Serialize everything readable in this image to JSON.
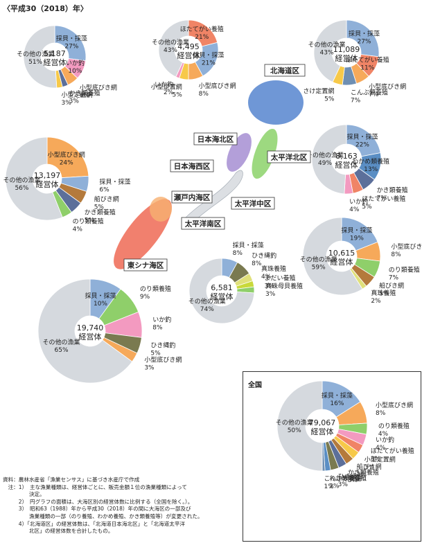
{
  "header": {
    "year_label": "〈平成30（2018）年〉"
  },
  "colors": {
    "other": "#d5d9de",
    "saisou": "#8fb0d8",
    "hotate": "#f08466",
    "ika": "#f39ac0",
    "teichi": "#f7c949",
    "kogata_sokobiki": "#f6a95a",
    "kaki": "#5c6f9a",
    "konbu": "#6f8fb3",
    "nori": "#8fcf6a",
    "funabiki": "#b47a3c",
    "wakame": "#5a8ec4",
    "hiki": "#7a7a50",
    "mahata": "#c9d93a",
    "shinju": "#e0e07a",
    "umibrown": "#a88",
    "region_blue": "#3f74c8",
    "region_purple": "#9a7fcc",
    "region_green": "#7ccc55",
    "region_red": "#ef6a55",
    "region_orange": "#f8b070"
  },
  "regions": {
    "hokkaido": "北海道区",
    "nihonkai_hoku": "日本海北区",
    "taiheiyo_hoku": "太平洋北区",
    "nihonkai_sei": "日本海西区",
    "setonai": "瀬戸内海区",
    "taiheiyo_chu": "太平洋中区",
    "taiheiyo_minami": "太平洋南区",
    "higashishina": "東シナ海区"
  },
  "national_title": "全国",
  "notes": [
    "資料：農林水産省「漁業センサス」に基づき水産庁で作成",
    "　注：1）　主な漁業種類は、経営体ごとに、販売金額１位の漁業種類によって",
    "　　　　　決定。",
    "　　　2）　円グラフの面積は、大海区別の経営体数に比例する（全国を除く。）。",
    "　　　3）　昭和63（1988）年から平成30（2018）年の間に大海区の一部及び",
    "　　　　　漁業種類の一部（のり養殖、わかめ養殖、かき類養殖等）が変更された。",
    "　　　4）「北海道区」の経営体数は、「北海道日本海北区」と「北海道太平洋",
    "　　　　　北区」の経営体数を合計したもの。"
  ],
  "chart_data": [
    {
      "type": "pie",
      "region": "日本海北区",
      "total": "5,187",
      "unit": "経営体",
      "slices": [
        {
          "name": "採貝・採藻",
          "value": 27,
          "color": "saisou"
        },
        {
          "name": "いか釣",
          "value": 10,
          "color": "ika"
        },
        {
          "name": "小型底びき網",
          "value": 6,
          "color": "kogata_sokobiki"
        },
        {
          "name": "かき類養殖",
          "value": 3,
          "color": "kaki"
        },
        {
          "name": "小型定置網",
          "value": 3,
          "color": "teichi"
        },
        {
          "name": "その他の漁業",
          "value": 51,
          "color": "other"
        }
      ]
    },
    {
      "type": "pie",
      "region": "日本海北区(中央上)",
      "total": "4,495",
      "unit": "経営体",
      "slices": [
        {
          "name": "ほたてがい養殖",
          "value": 21,
          "color": "hotate"
        },
        {
          "name": "採貝・採藻",
          "value": 21,
          "color": "saisou"
        },
        {
          "name": "小型底びき網",
          "value": 8,
          "color": "kogata_sokobiki"
        },
        {
          "name": "小型定置網",
          "value": 5,
          "color": "teichi"
        },
        {
          "name": "いか釣",
          "value": 2,
          "color": "ika"
        },
        {
          "name": "その他の漁業",
          "value": 43,
          "color": "other"
        }
      ]
    },
    {
      "type": "pie",
      "region": "北海道区",
      "total": "11,089",
      "unit": "経営体",
      "slices": [
        {
          "name": "採貝・採藻",
          "value": 27,
          "color": "saisou"
        },
        {
          "name": "ほたてがい養殖",
          "value": 11,
          "color": "hotate"
        },
        {
          "name": "小型底びき網",
          "value": 7,
          "color": "kogata_sokobiki"
        },
        {
          "name": "こんぶ類養殖",
          "value": 7,
          "color": "konbu"
        },
        {
          "name": "さけ定置網",
          "value": 5,
          "color": "teichi"
        },
        {
          "name": "その他の漁業",
          "value": 43,
          "color": "other"
        }
      ]
    },
    {
      "type": "pie",
      "region": "太平洋北区",
      "total": "8,163",
      "unit": "経営体",
      "slices": [
        {
          "name": "採貝・採藻",
          "value": 22,
          "color": "saisou"
        },
        {
          "name": "わかめ類養殖",
          "value": 13,
          "color": "wakame"
        },
        {
          "name": "かき類養殖",
          "value": 7,
          "color": "kaki"
        },
        {
          "name": "ほたてがい養殖",
          "value": 5,
          "color": "hotate"
        },
        {
          "name": "いか釣",
          "value": 4,
          "color": "ika"
        },
        {
          "name": "その他の漁業",
          "value": 49,
          "color": "other"
        }
      ]
    },
    {
      "type": "pie",
      "region": "日本海西区",
      "total": "13,197",
      "unit": "経営体",
      "slices": [
        {
          "name": "小型底びき網",
          "value": 24,
          "color": "kogata_sokobiki"
        },
        {
          "name": "採貝・採藻",
          "value": 6,
          "color": "saisou"
        },
        {
          "name": "船びき網",
          "value": 5,
          "color": "funabiki"
        },
        {
          "name": "かき類養殖",
          "value": 5,
          "color": "kaki"
        },
        {
          "name": "のり類養殖",
          "value": 4,
          "color": "nori"
        },
        {
          "name": "その他の漁業",
          "value": 56,
          "color": "other"
        }
      ]
    },
    {
      "type": "pie",
      "region": "太平洋中区",
      "total": "10,615",
      "unit": "経営体",
      "slices": [
        {
          "name": "採貝・採藻",
          "value": 19,
          "color": "saisou"
        },
        {
          "name": "小型底びき網",
          "value": 8,
          "color": "kogata_sokobiki"
        },
        {
          "name": "のり類養殖",
          "value": 7,
          "color": "nori"
        },
        {
          "name": "船びき網",
          "value": 5,
          "color": "funabiki"
        },
        {
          "name": "真珠養殖",
          "value": 2,
          "color": "shinju"
        },
        {
          "name": "その他の漁業",
          "value": 59,
          "color": "other"
        }
      ]
    },
    {
      "type": "pie",
      "region": "太平洋南区",
      "total": "6,581",
      "unit": "経営体",
      "slices": [
        {
          "name": "採貝・採藻",
          "value": 8,
          "color": "saisou"
        },
        {
          "name": "ひき縄釣",
          "value": 8,
          "color": "hiki"
        },
        {
          "name": "真珠養殖",
          "value": 4,
          "color": "shinju"
        },
        {
          "name": "まだい養殖",
          "value": 3,
          "color": "mahata"
        },
        {
          "name": "真珠母貝養殖",
          "value": 3,
          "color": "nori"
        },
        {
          "name": "その他の漁業",
          "value": 74,
          "color": "other"
        }
      ]
    },
    {
      "type": "pie",
      "region": "東シナ海区",
      "total": "19,740",
      "unit": "経営体",
      "slices": [
        {
          "name": "採貝・採藻",
          "value": 10,
          "color": "saisou"
        },
        {
          "name": "のり類養殖",
          "value": 9,
          "color": "nori"
        },
        {
          "name": "いか釣",
          "value": 8,
          "color": "ika"
        },
        {
          "name": "ひき縄釣",
          "value": 5,
          "color": "hiki"
        },
        {
          "name": "小型底びき網",
          "value": 3,
          "color": "kogata_sokobiki"
        },
        {
          "name": "その他の漁業",
          "value": 65,
          "color": "other"
        }
      ]
    },
    {
      "type": "pie",
      "region": "全国",
      "total": "79,067",
      "unit": "経営体",
      "slices": [
        {
          "name": "採貝・採藻",
          "value": 16,
          "color": "saisou"
        },
        {
          "name": "小型底びき網",
          "value": 8,
          "color": "kogata_sokobiki"
        },
        {
          "name": "のり類養殖",
          "value": 4,
          "color": "nori"
        },
        {
          "name": "いか釣",
          "value": 4,
          "color": "ika"
        },
        {
          "name": "ほたてがい養殖",
          "value": 3,
          "color": "hotate"
        },
        {
          "name": "小型定置網",
          "value": 3,
          "color": "teichi"
        },
        {
          "name": "船びき網",
          "value": 3,
          "color": "funabiki"
        },
        {
          "name": "かき類養殖",
          "value": 3,
          "color": "kaki"
        },
        {
          "name": "ひき縄釣",
          "value": 3,
          "color": "hiki"
        },
        {
          "name": "わかめ類養殖",
          "value": 2,
          "color": "wakame"
        },
        {
          "name": "こんぶ類養殖",
          "value": 1,
          "color": "konbu"
        },
        {
          "name": "その他の漁業",
          "value": 50,
          "color": "other"
        }
      ]
    }
  ]
}
